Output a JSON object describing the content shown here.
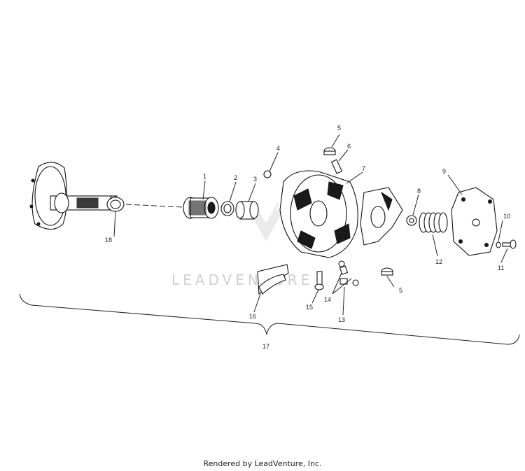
{
  "callouts": {
    "c1": "1",
    "c2": "2",
    "c3": "3",
    "c4": "4",
    "c5a": "5",
    "c5b": "5",
    "c6": "6",
    "c7": "7",
    "c8": "8",
    "c9": "9",
    "c10": "10",
    "c11": "11",
    "c12": "12",
    "c13": "13",
    "c14": "14",
    "c15": "15",
    "c16": "16",
    "c17": "17",
    "c18": "18"
  },
  "watermark": "LEADVENTURE",
  "footer": "Rendered by LeadVenture, Inc."
}
